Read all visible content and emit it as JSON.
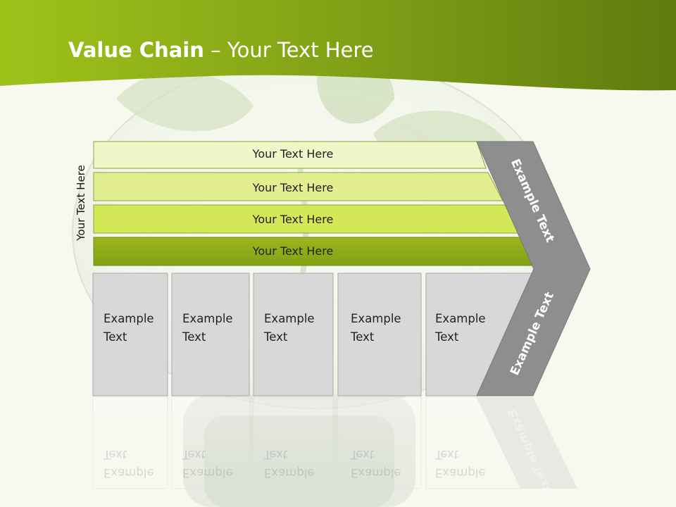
{
  "title": {
    "bold": "Value Chain",
    "rest": " – Your Text Here"
  },
  "side_label": "Your Text Here",
  "rows": [
    "Your Text Here",
    "Your Text Here",
    "Your Text Here",
    "Your Text Here"
  ],
  "boxes": [
    {
      "line1": "Example",
      "line2": "Text"
    },
    {
      "line1": "Example",
      "line2": "Text"
    },
    {
      "line1": "Example",
      "line2": "Text"
    },
    {
      "line1": "Example",
      "line2": "Text"
    },
    {
      "line1": "Example",
      "line2": "Text"
    }
  ],
  "chevron": {
    "upper": "Example Text",
    "lower": "Example Text"
  },
  "colors": {
    "header": "#8aa81a",
    "row_1": "#f0f6c7",
    "row_2": "#e2ee8f",
    "row_3": "#d4e757",
    "row_4": "#93ad1a",
    "box": "#d8d8d8",
    "chevron": "#8e8e8e"
  }
}
